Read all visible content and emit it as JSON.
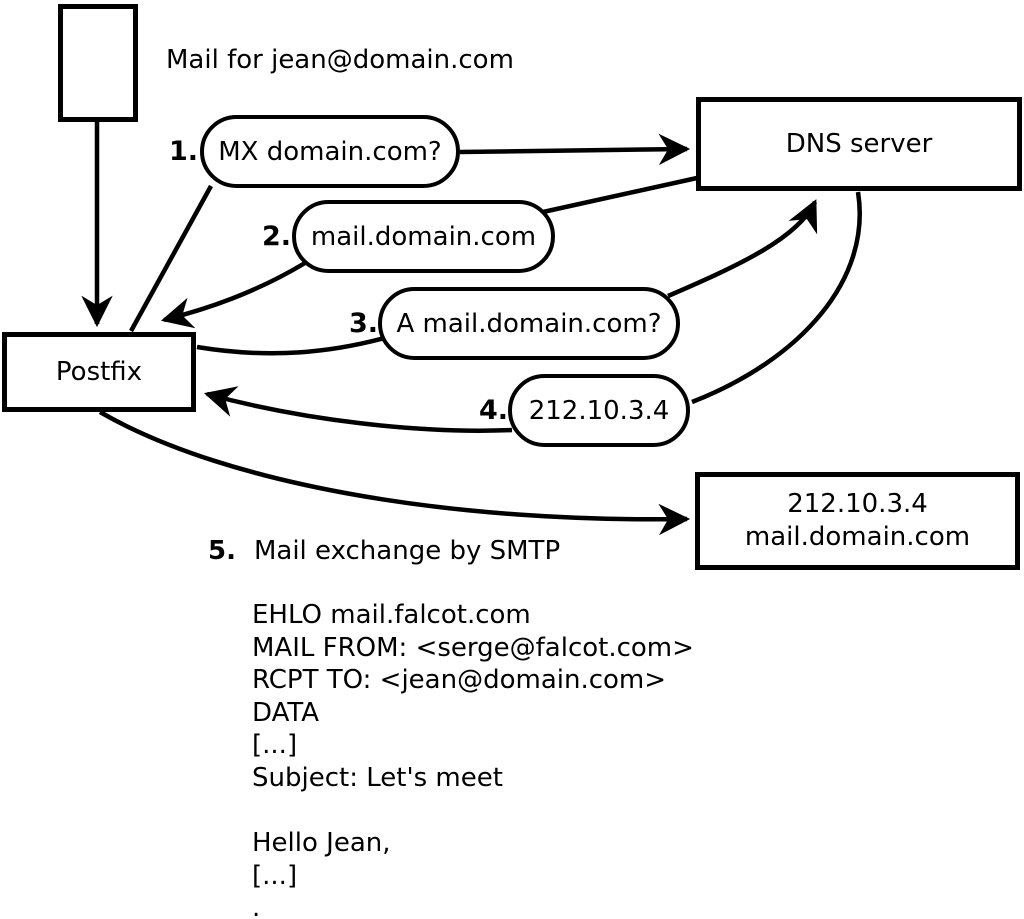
{
  "colors": {
    "ink": "#000000",
    "paper": "#ffffff"
  },
  "nodes": {
    "mail_note": "Mail for jean@domain.com",
    "postfix": {
      "label": "Postfix"
    },
    "dns": {
      "label": "DNS server"
    },
    "mailserver": {
      "line1": "212.10.3.4",
      "line2": "mail.domain.com"
    }
  },
  "steps": [
    {
      "num": "1.",
      "label": "MX domain.com?"
    },
    {
      "num": "2.",
      "label": "mail.domain.com"
    },
    {
      "num": "3.",
      "label": "A mail.domain.com?"
    },
    {
      "num": "4.",
      "label": "212.10.3.4"
    },
    {
      "num": "5.",
      "label": "Mail exchange by SMTP"
    }
  ],
  "smtp_transcript": [
    "EHLO mail.falcot.com",
    "MAIL FROM: <serge@falcot.com>",
    "RCPT TO: <jean@domain.com>",
    "DATA",
    "[...]",
    "Subject: Let's meet",
    "",
    "Hello Jean,",
    "[...]",
    "."
  ]
}
